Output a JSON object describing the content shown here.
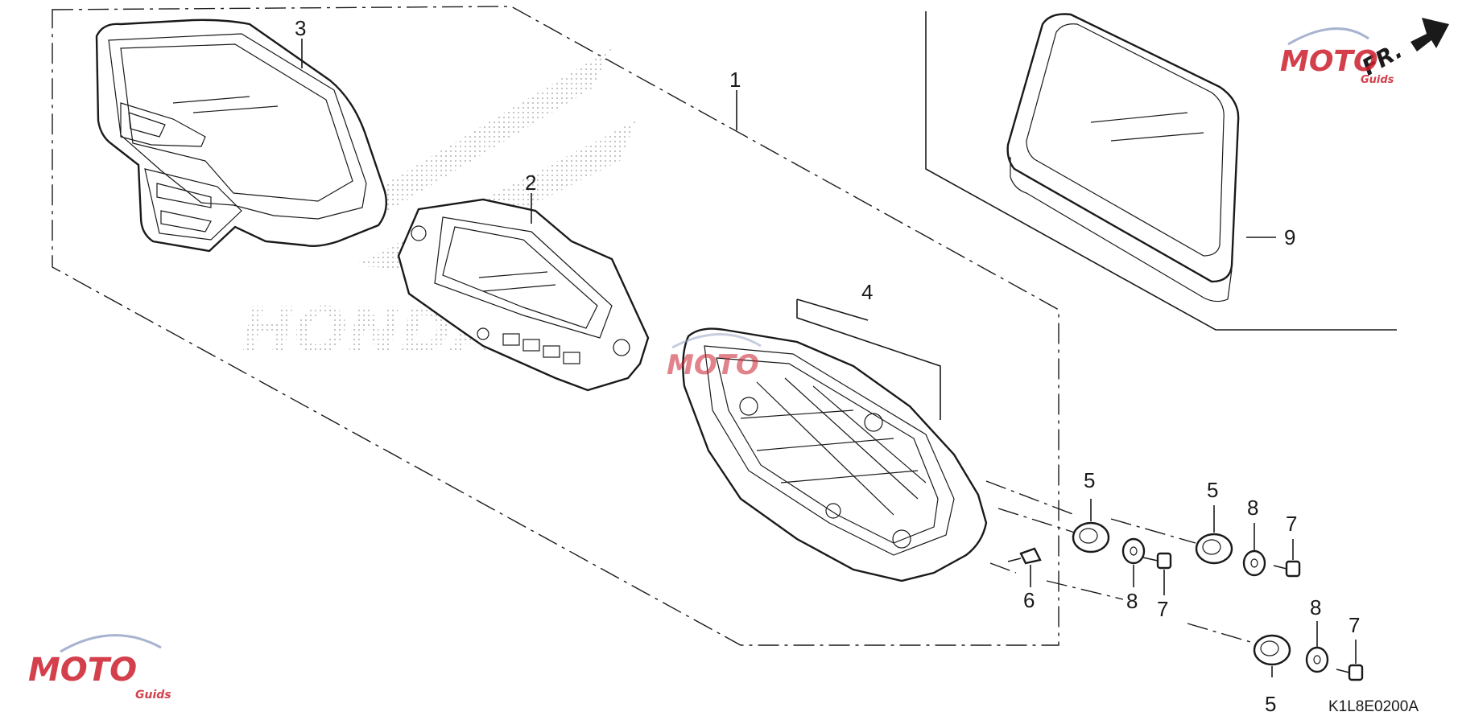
{
  "diagram": {
    "callouts": {
      "c1": "1",
      "c2": "2",
      "c3": "3",
      "c4": "4",
      "c5a": "5",
      "c5b": "5",
      "c5c": "5",
      "c6": "6",
      "c7a": "7",
      "c7b": "7",
      "c7c": "7",
      "c8a": "8",
      "c8b": "8",
      "c8c": "8",
      "c9": "9"
    },
    "direction_label": "FR.",
    "drawing_code": "K1L8E0200A",
    "watermark": {
      "brand": "MOTO",
      "sub": "Guids",
      "colors": {
        "primary": "#cc1f2d",
        "secondary": "#9aa6c8"
      }
    },
    "background_brand": "HONDA"
  }
}
